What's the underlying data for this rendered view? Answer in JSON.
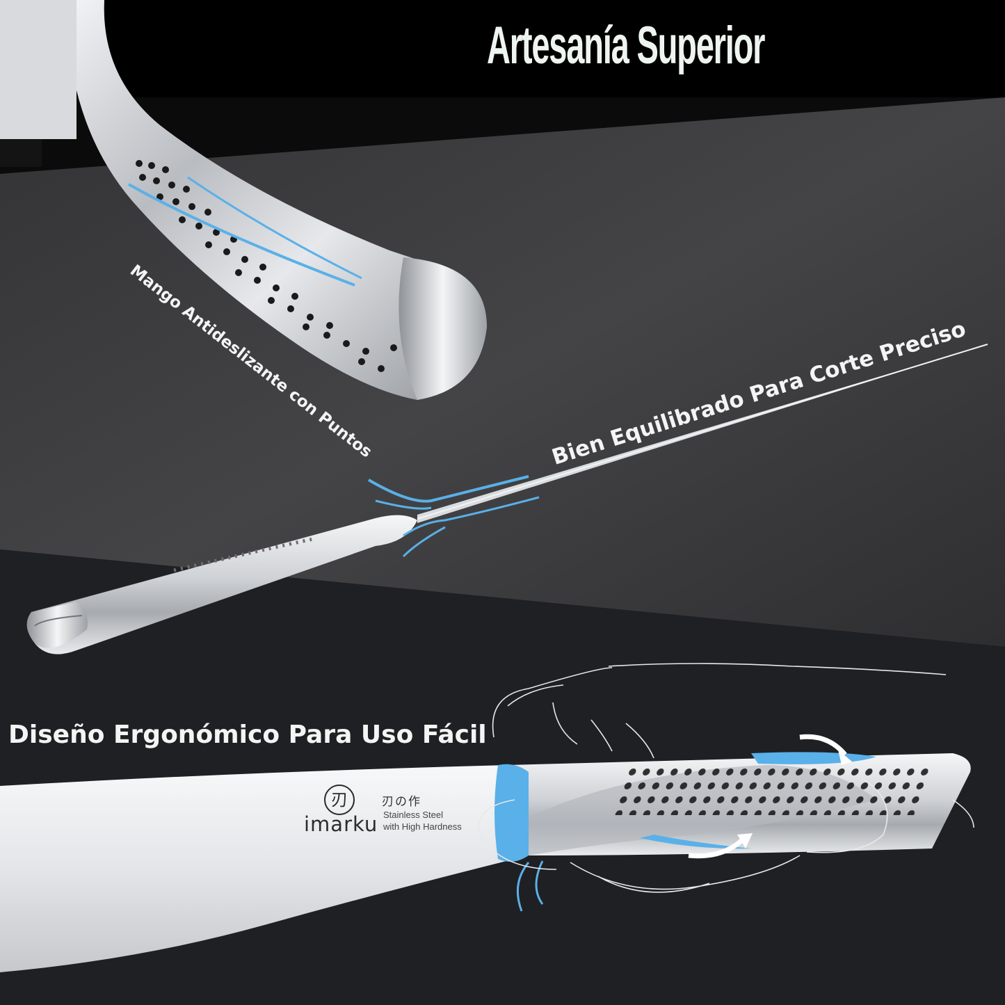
{
  "headline": "Artesanía Superior",
  "features": {
    "grip": "Mango Antideslizante con Puntos",
    "balance": "Bien Equilibrado Para Corte Preciso",
    "ergonomic": "Diseño Ergonómico Para Uso Fácil"
  },
  "brand": {
    "logo_glyph": "刃",
    "name": "imarku",
    "japanese": "刃の作",
    "line1": "Stainless Steel",
    "line2": "with High Hardness"
  },
  "colors": {
    "background": "#0b0b0c",
    "stone": "#3b3b3b",
    "steel": "#c9ccd0",
    "accent_blue": "#5ab0e8",
    "text": "#f4f4f4"
  }
}
